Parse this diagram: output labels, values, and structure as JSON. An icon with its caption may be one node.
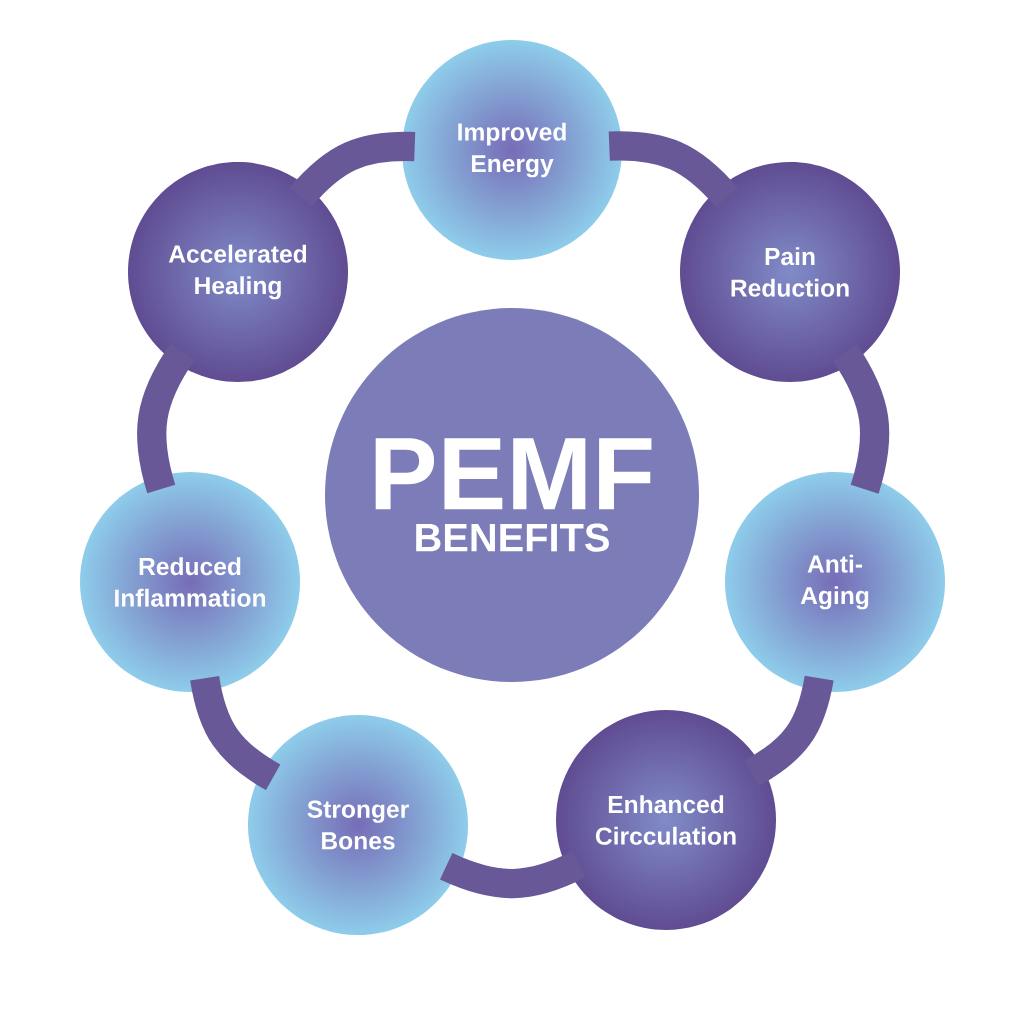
{
  "diagram": {
    "nodes": [
      {
        "text": [
          "PEMF",
          "BENEFITS"
        ]
      },
      {
        "text": [
          "Improved Energy"
        ]
      },
      {
        "text": [
          "Pain Reduction"
        ]
      },
      {
        "text": [
          "Anti-Aging"
        ]
      },
      {
        "text": [
          "Enhanced Circculation"
        ]
      },
      {
        "text": [
          "Stronger Bones"
        ]
      },
      {
        "text": [
          "Reduced Inflammation"
        ]
      },
      {
        "text": [
          "Accelerated Healing"
        ]
      }
    ],
    "edges": [
      {
        "from": 1,
        "to": 2,
        "arrow": "none"
      },
      {
        "from": 2,
        "to": 3,
        "arrow": "none"
      },
      {
        "from": 3,
        "to": 4,
        "arrow": "none"
      },
      {
        "from": 4,
        "to": 5,
        "arrow": "none"
      },
      {
        "from": 5,
        "to": 6,
        "arrow": "none"
      },
      {
        "from": 6,
        "to": 7,
        "arrow": "none"
      },
      {
        "from": 7,
        "to": 1,
        "arrow": "none"
      }
    ]
  }
}
